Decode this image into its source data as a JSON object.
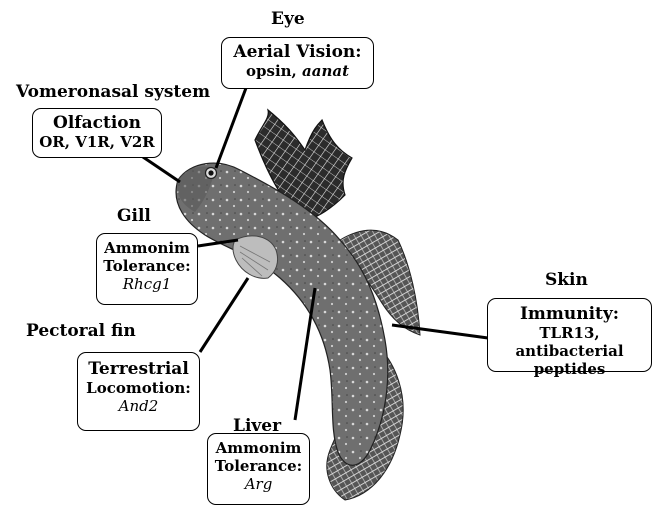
{
  "colors": {
    "background": "#ffffff",
    "ink": "#000000",
    "fish_body": "#6a6a6a",
    "fin_dark": "#2b2b2b"
  },
  "labels": {
    "eye": {
      "heading": "Eye",
      "box_title": "Aerial Vision:",
      "genes_plain": "opsin,",
      "genes_italic": "aanat"
    },
    "vomeronasal": {
      "heading": "Vomeronasal system",
      "box_title": "Olfaction",
      "genes": "OR, V1R, V2R"
    },
    "gill": {
      "heading": "Gill",
      "line1": "Ammonim",
      "line2": "Tolerance:",
      "gene": "Rhcg1"
    },
    "pectoral_fin": {
      "heading": "Pectoral fin",
      "line1": "Terrestrial",
      "line2": "Locomotion:",
      "gene": "And2"
    },
    "liver": {
      "heading": "Liver",
      "line1": "Ammonim",
      "line2": "Tolerance:",
      "gene": "Arg"
    },
    "skin": {
      "heading": "Skin",
      "box_title": "Immunity:",
      "line2": "TLR13, antibacterial",
      "line3": "peptides"
    }
  }
}
